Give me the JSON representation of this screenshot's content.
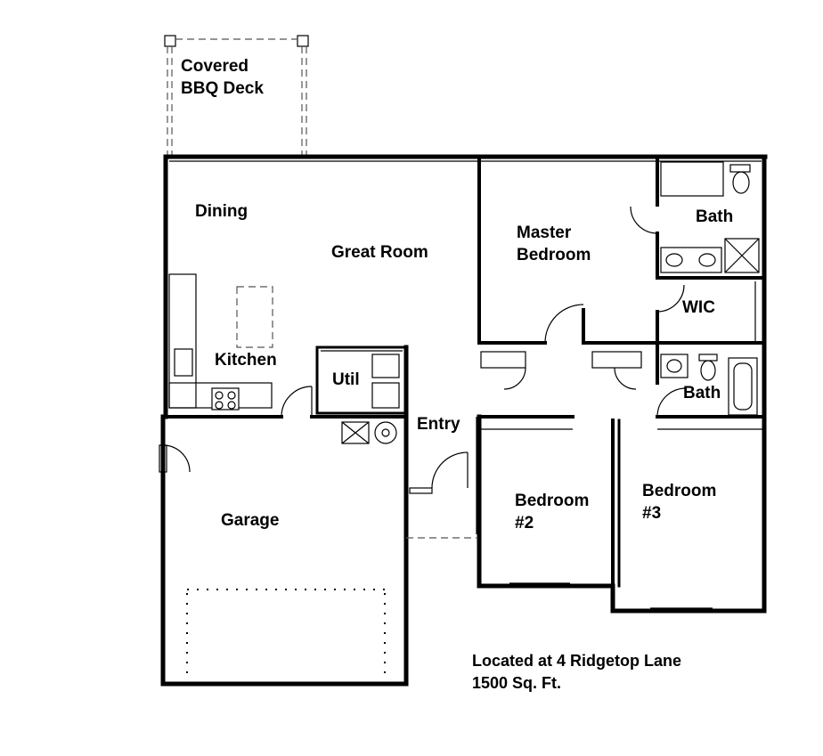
{
  "rooms": {
    "deck": "Covered\nBBQ Deck",
    "dining": "Dining",
    "great_room": "Great Room",
    "master": "Master\n Bedroom",
    "bath_master": "Bath",
    "wic": "WIC",
    "kitchen": "Kitchen",
    "util": "Util",
    "bath_hall": "Bath",
    "entry": "Entry",
    "garage": "Garage",
    "bedroom2": "Bedroom\n#2",
    "bedroom3": "Bedroom\n #3"
  },
  "info": {
    "address": "Located at  4  Ridgetop Lane",
    "area": "1500 Sq. Ft."
  }
}
